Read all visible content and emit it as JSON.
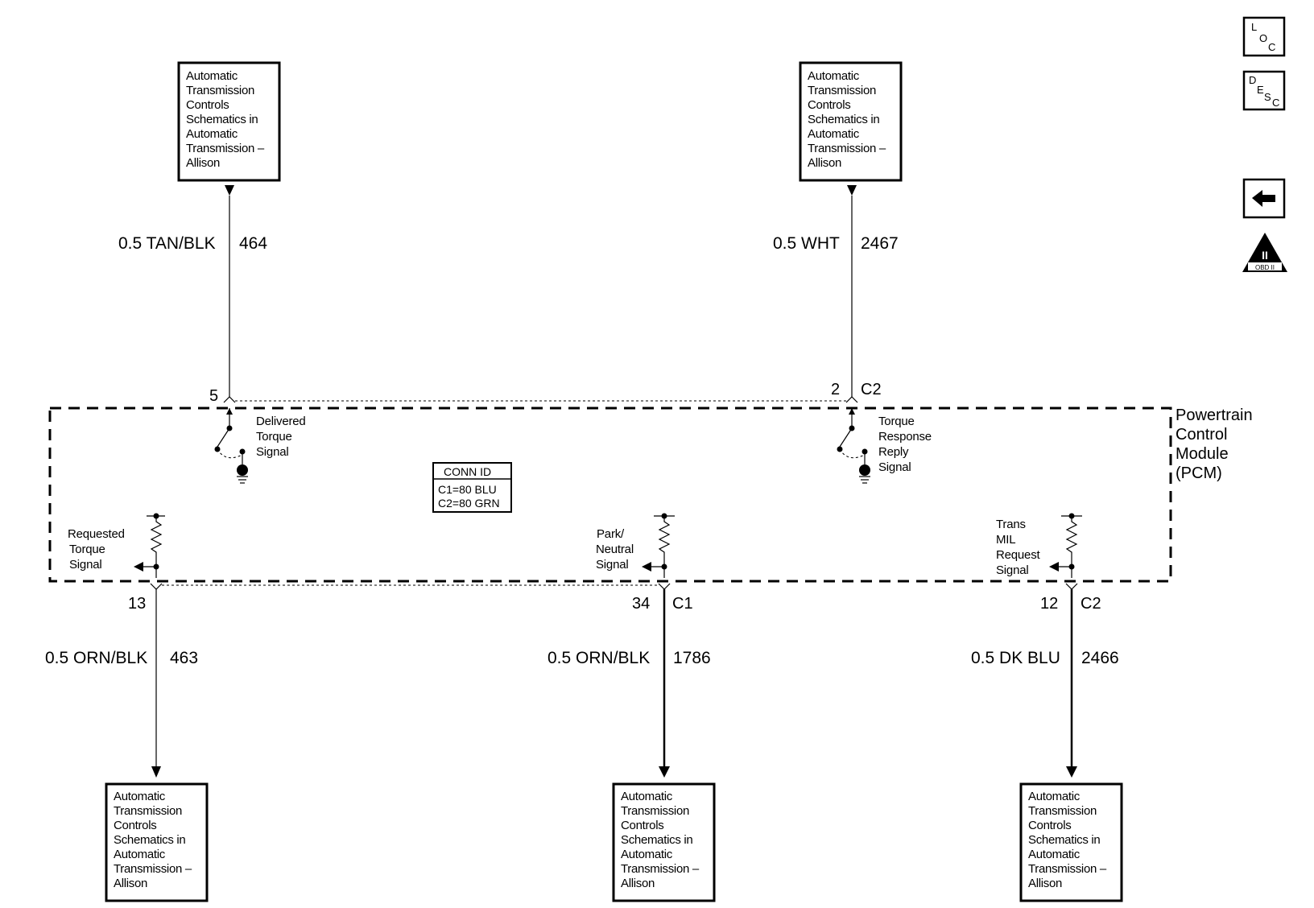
{
  "ref_boxes": {
    "top_left": [
      "Automatic",
      "Transmission",
      "Controls",
      "Schematics in",
      "Automatic",
      "Transmission –",
      "Allison"
    ],
    "top_right": [
      "Automatic",
      "Transmission",
      "Controls",
      "Schematics in",
      "Automatic",
      "Transmission –",
      "Allison"
    ],
    "bottom_left": [
      "Automatic",
      "Transmission",
      "Controls",
      "Schematics in",
      "Automatic",
      "Transmission –",
      "Allison"
    ],
    "bottom_mid": [
      "Automatic",
      "Transmission",
      "Controls",
      "Schematics in",
      "Automatic",
      "Transmission –",
      "Allison"
    ],
    "bottom_right": [
      "Automatic",
      "Transmission",
      "Controls",
      "Schematics in",
      "Automatic",
      "Transmission –",
      "Allison"
    ]
  },
  "wires": {
    "tan_blk": {
      "color": "0.5 TAN/BLK",
      "circuit": "464"
    },
    "wht": {
      "color": "0.5 WHT",
      "circuit": "2467"
    },
    "orn_blk_463": {
      "color": "0.5 ORN/BLK",
      "circuit": "463"
    },
    "orn_blk_1786": {
      "color": "0.5 ORN/BLK",
      "circuit": "1786"
    },
    "dk_blu": {
      "color": "0.5 DK BLU",
      "circuit": "2466"
    }
  },
  "pins": {
    "top_left": {
      "pin": "5"
    },
    "top_right": {
      "pin": "2",
      "connector": "C2"
    },
    "bottom_left": {
      "pin": "13"
    },
    "bottom_mid": {
      "pin": "34",
      "connector": "C1"
    },
    "bottom_right": {
      "pin": "12",
      "connector": "C2"
    }
  },
  "signals": {
    "delivered_torque": [
      "Delivered",
      "Torque",
      "Signal"
    ],
    "torque_response": [
      "Torque",
      "Response",
      "Reply",
      "Signal"
    ],
    "requested_torque": [
      "Requested",
      "Torque",
      "Signal"
    ],
    "park_neutral": [
      "Park/",
      "Neutral",
      "Signal"
    ],
    "trans_mil": [
      "Trans",
      "MIL",
      "Request",
      "Signal"
    ]
  },
  "module": {
    "label": [
      "Powertrain",
      "Control",
      "Module",
      "(PCM)"
    ]
  },
  "conn_id": {
    "title": "CONN ID",
    "lines": [
      "C1=80 BLU",
      "C2=80 GRN"
    ]
  },
  "nav_buttons": {
    "loc": {
      "l1": "L",
      "l2": "O",
      "l3": "C"
    },
    "desc": {
      "l1": "D",
      "l2": "E",
      "l3": "S",
      "l4": "C"
    },
    "obd": {
      "roman": "II",
      "label": "OBD II"
    }
  },
  "icons": [
    "back-arrow-icon",
    "obd-ii-icon"
  ]
}
